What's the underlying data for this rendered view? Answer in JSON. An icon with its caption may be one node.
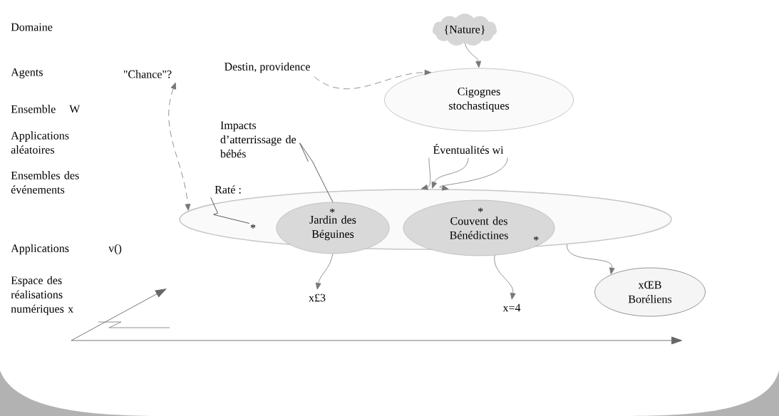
{
  "diagram": {
    "nodes": [
      {
        "text": [
          "{Nature}"
        ]
      },
      {
        "text": [
          "Cigognes stochastiques"
        ]
      },
      {
        "text": [
          "Destin, providence"
        ]
      },
      {
        "text": [
          "\"Chance\"?"
        ]
      },
      {
        "text": [
          "Éventualités wi"
        ]
      },
      {
        "text": [],
        "shape": "ellipse"
      },
      {
        "text": [
          "Jardin des Béguines"
        ],
        "in": 5
      },
      {
        "text": [
          "Couvent des Bénédictines"
        ],
        "in": 5
      },
      {
        "text": [
          "Impacts d’atterrissage de bébés"
        ]
      },
      {
        "text": [
          "Raté :"
        ]
      },
      {
        "text": [
          "*"
        ],
        "in": 5
      },
      {
        "text": [
          "x£3"
        ]
      },
      {
        "text": [
          "x=4"
        ]
      },
      {
        "text": [
          "xŒB Boréliens"
        ]
      }
    ],
    "edges": [
      {
        "from": 0,
        "to": 1,
        "arrow": "to"
      },
      {
        "from": 2,
        "to": 1,
        "arrow": "to",
        "style": "dashed"
      },
      {
        "from": 3,
        "to": 5,
        "arrow": "both",
        "style": "dashed"
      },
      {
        "from": 4,
        "to": 5,
        "arrow": "to"
      },
      {
        "from": 4,
        "to": 5,
        "arrow": "to"
      },
      {
        "from": 4,
        "to": 5,
        "arrow": "to"
      },
      {
        "from": 8,
        "to": 6,
        "arrow": "none",
        "color": "#333333"
      },
      {
        "from": 9,
        "to": 10,
        "arrow": "none",
        "color": "#333333"
      },
      {
        "from": 6,
        "to": 11,
        "arrow": "to"
      },
      {
        "from": 7,
        "to": 12,
        "arrow": "to"
      },
      {
        "from": 5,
        "to": 13,
        "arrow": "to"
      }
    ],
    "labels": [
      "Domaine",
      "Agents",
      "Ensemble",
      "W",
      "Applications aléatoires",
      "Ensembles des événements",
      "*",
      "*",
      "*",
      "Applications",
      "v()",
      "Espace des réalisations numériques x"
    ]
  }
}
